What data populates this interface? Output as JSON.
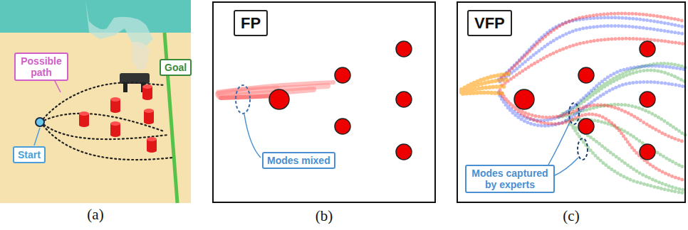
{
  "diagram": {
    "nodes": [
      {
        "text": [
          "(a)"
        ]
      },
      {
        "text": [
          "Possible path"
        ],
        "in": 0
      },
      {
        "text": [
          "Goal"
        ],
        "in": 0
      },
      {
        "text": [
          "Start"
        ],
        "in": 0
      },
      {
        "text": [
          "(b)"
        ]
      },
      {
        "text": [
          "FP"
        ],
        "in": 4
      },
      {
        "text": [
          "Modes mixed"
        ],
        "in": 4
      },
      {
        "text": [
          "(c)"
        ]
      },
      {
        "text": [
          "VFP"
        ],
        "in": 7
      },
      {
        "text": [
          "Modes captured by experts"
        ],
        "in": 7
      }
    ]
  }
}
